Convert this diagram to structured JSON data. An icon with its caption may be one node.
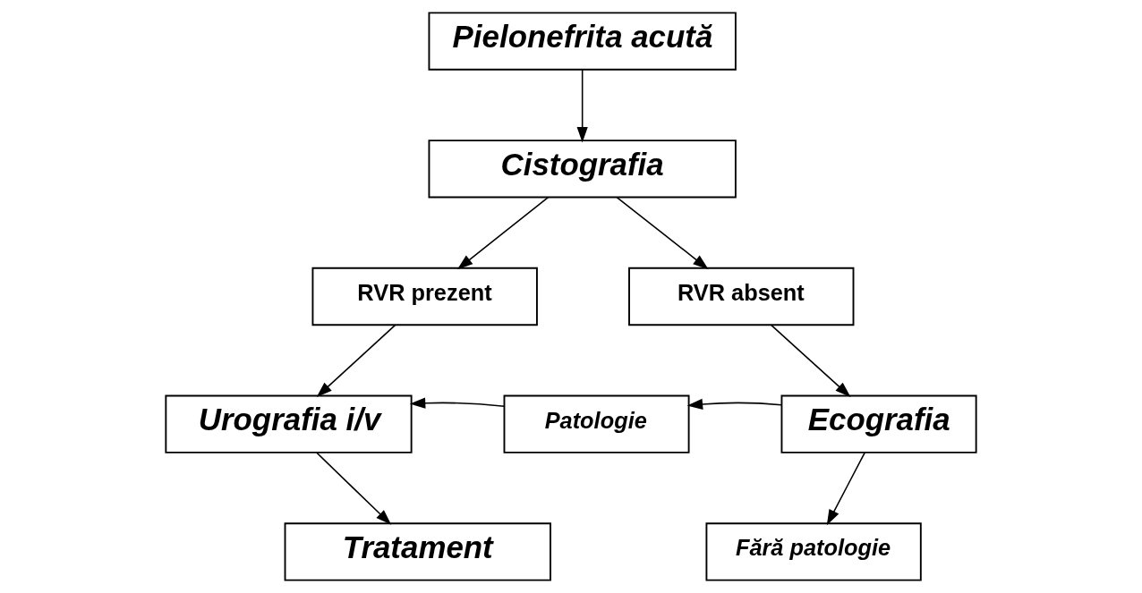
{
  "diagram": {
    "nodes": [
      {
        "text": [
          "Pielonefrita acută"
        ]
      },
      {
        "text": [
          "Cistografia"
        ]
      },
      {
        "text": [
          "RVR prezent"
        ]
      },
      {
        "text": [
          "RVR absent"
        ]
      },
      {
        "text": [
          "Urografia i/v"
        ]
      },
      {
        "text": [
          "Patologie"
        ]
      },
      {
        "text": [
          "Ecografia"
        ]
      },
      {
        "text": [
          "Tratament"
        ]
      },
      {
        "text": [
          "Fără patologie"
        ]
      }
    ],
    "edges": [
      {
        "from": 0,
        "to": 1,
        "arrow": "to"
      },
      {
        "from": 1,
        "to": 2,
        "arrow": "to"
      },
      {
        "from": 1,
        "to": 3,
        "arrow": "to"
      },
      {
        "from": 2,
        "to": 4,
        "arrow": "to"
      },
      {
        "from": 3,
        "to": 6,
        "arrow": "to"
      },
      {
        "from": 6,
        "to": 5,
        "arrow": "to"
      },
      {
        "from": 5,
        "to": 4,
        "arrow": "to"
      },
      {
        "from": 4,
        "to": 7,
        "arrow": "to"
      },
      {
        "from": 6,
        "to": 8,
        "arrow": "to"
      }
    ]
  }
}
